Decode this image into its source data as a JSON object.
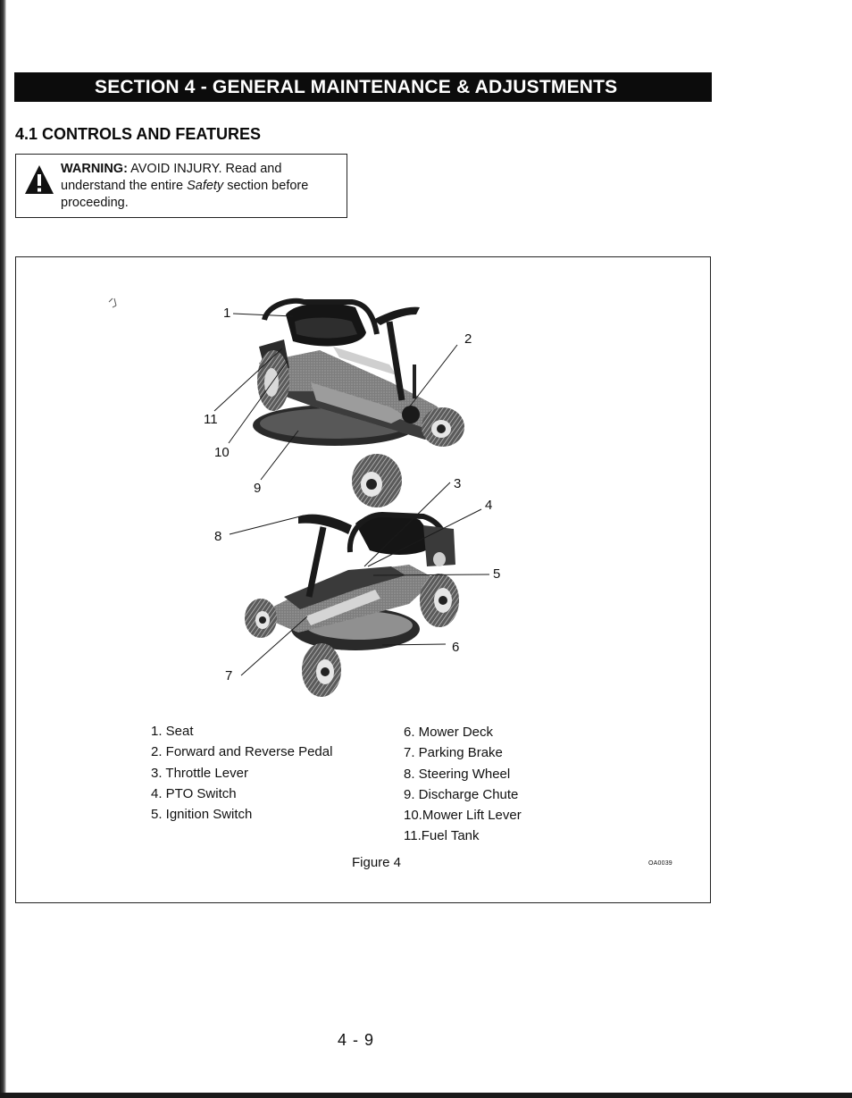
{
  "section_title": "SECTION 4 - GENERAL MAINTENANCE & ADJUSTMENTS",
  "subsection_title": "4.1 CONTROLS AND FEATURES",
  "warning": {
    "icon": "warning-triangle-icon",
    "label": "WARNING:",
    "text_part1": " AVOID INJURY. Read and understand the entire ",
    "emphasis": "Safety",
    "text_part2": " section before proceeding."
  },
  "figure": {
    "callouts": [
      "1",
      "2",
      "3",
      "4",
      "5",
      "6",
      "7",
      "8",
      "9",
      "10",
      "11"
    ],
    "legend_left": [
      "1. Seat",
      "2. Forward and Reverse Pedal",
      "3. Throttle Lever",
      "4. PTO Switch",
      "5. Ignition Switch"
    ],
    "legend_right": [
      "6. Mower Deck",
      "7. Parking Brake",
      "8. Steering Wheel",
      "9. Discharge Chute",
      "10.Mower Lift Lever",
      "11.Fuel Tank"
    ],
    "caption": "Figure 4",
    "code": "OA0039"
  },
  "page_number": "4 - 9",
  "colors": {
    "header_bg": "#0c0c0c",
    "header_text": "#ffffff",
    "text": "#111111",
    "border": "#222222"
  }
}
